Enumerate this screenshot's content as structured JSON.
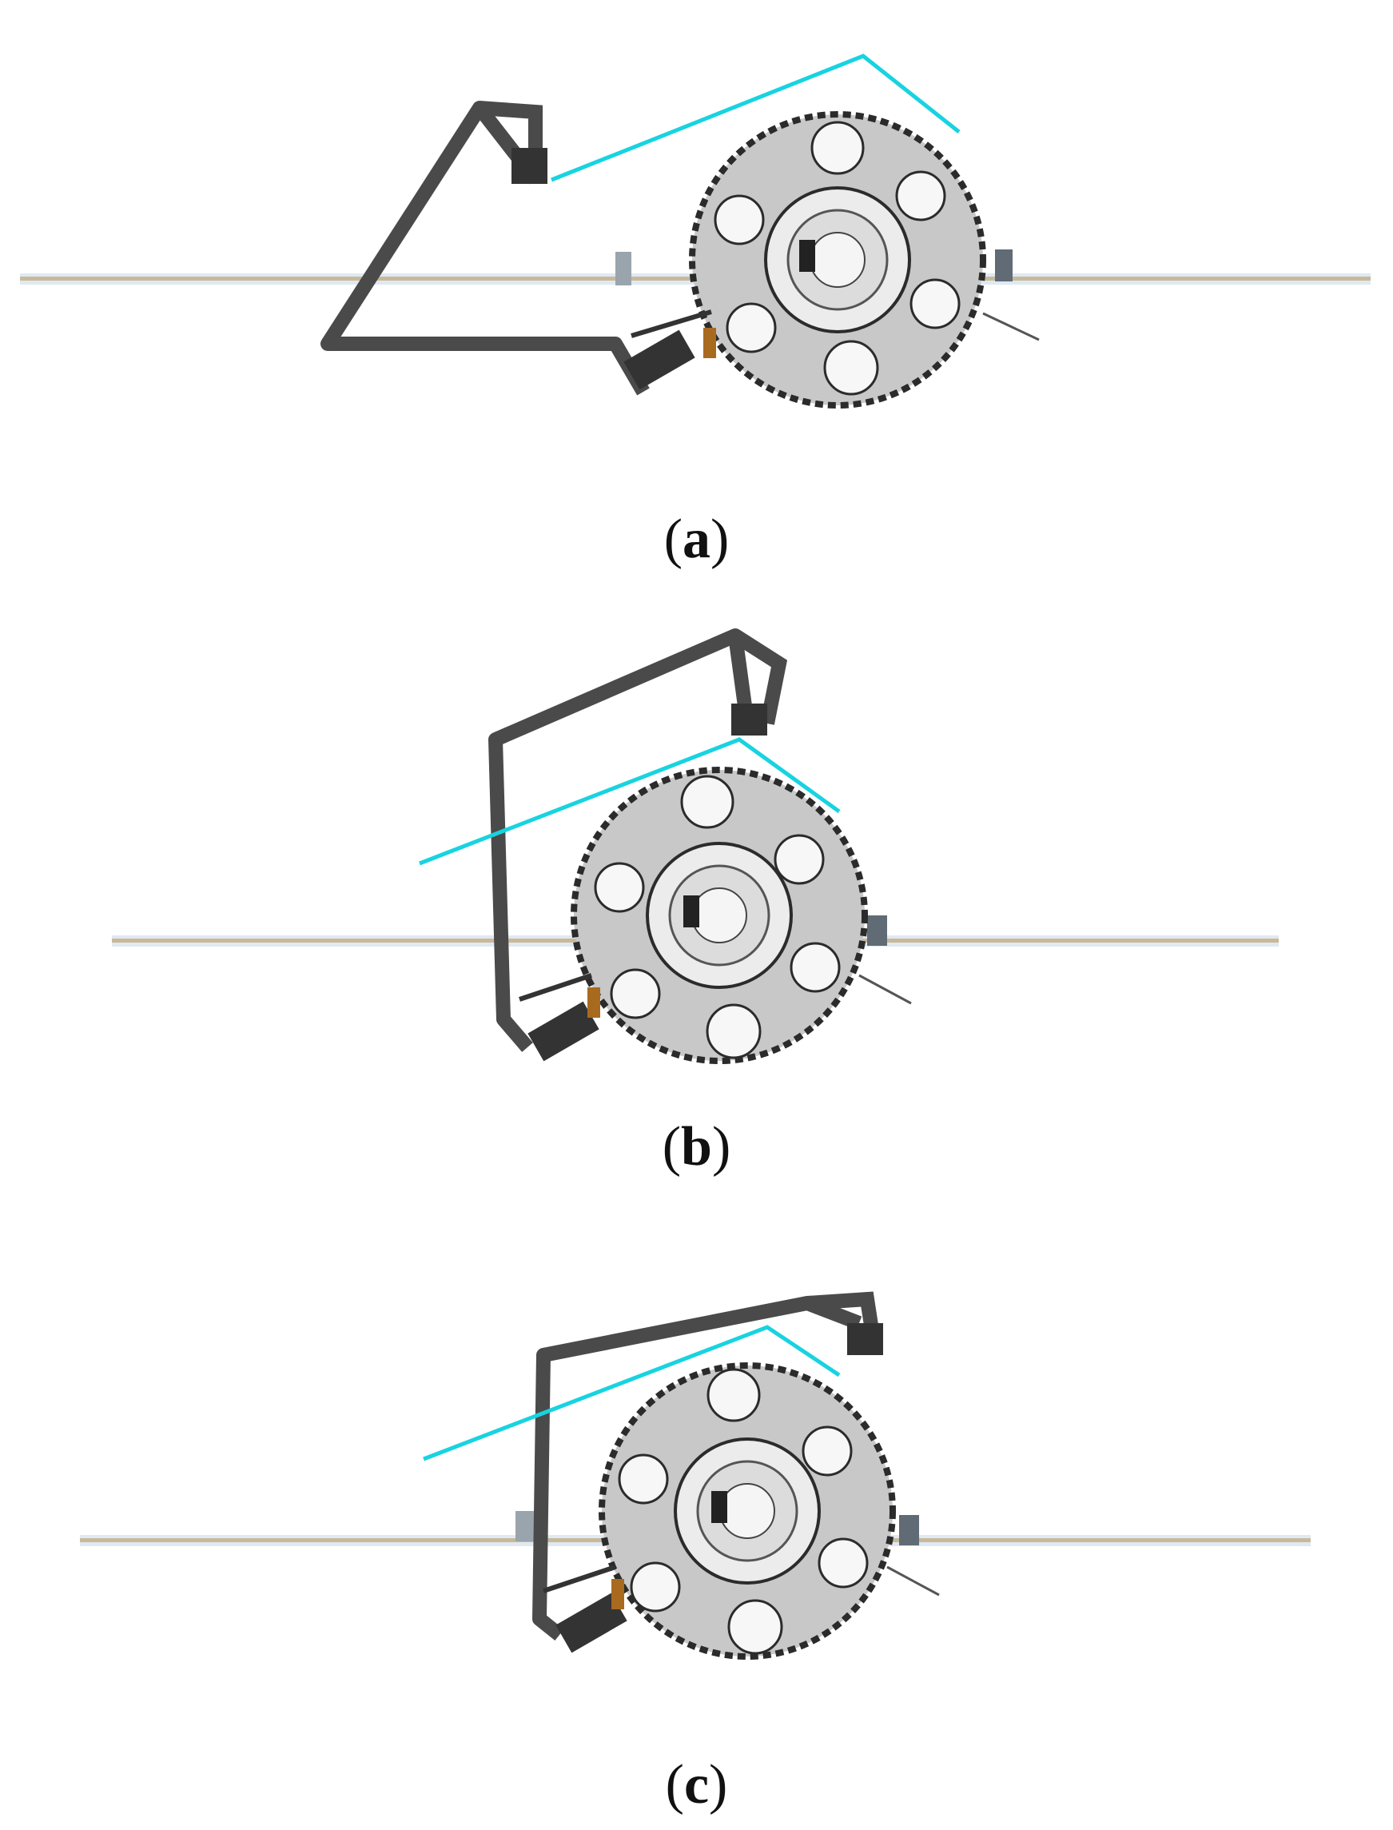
{
  "panels": [
    {
      "id": "a",
      "label": "a"
    },
    {
      "id": "b",
      "label": "b"
    },
    {
      "id": "c",
      "label": "c"
    }
  ],
  "colors": {
    "rail": "#c9b998",
    "rail_glow": "#dfe9f3",
    "arm": "#4a4a4a",
    "arm_dark": "#333333",
    "station_body": "#c8c8c8",
    "station_edge": "#2b2b2b",
    "port": "#f7f7f7",
    "beam": "#18d3e0",
    "accent_orange": "#a86a1f",
    "accent_magenta": "#e040d0"
  },
  "icons": [
    "robotic-arm-icon",
    "space-station-module-icon",
    "cyan-beam-line",
    "rail-track"
  ]
}
